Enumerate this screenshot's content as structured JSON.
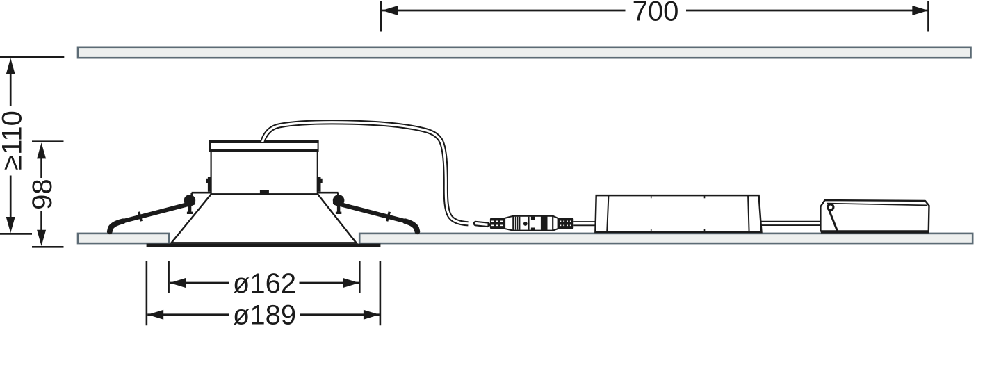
{
  "figure": {
    "kind": "technical-line-drawing",
    "description": "Side view installation drawing of a recessed LED downlight with spring clips, remote driver and mains connection box mounted on a ceiling panel",
    "units_shown": "mm",
    "colors": {
      "paper": "#ffffff",
      "ink": "#1a1a1a",
      "panel_fill": "#edefee",
      "panel_stroke": "#5c6b75"
    }
  },
  "dimensions": {
    "cable_run": {
      "label": "700"
    },
    "recess_depth": {
      "label": "≥110"
    },
    "fixture_height": {
      "label": "98"
    },
    "cutout_diameter": {
      "label": "ø162"
    },
    "trim_diameter": {
      "label": "ø189"
    }
  },
  "components": {
    "upper_ceiling_panel": "ceiling-panel",
    "lower_ceiling_panel": "ceiling-panel-with-cutout",
    "downlight_body": "recessed-downlight",
    "spring_clips": "mounting-spring-clips",
    "trim_ring": "trim-ring",
    "cable": "connecting-cable",
    "connector": "plug-connector",
    "driver": "led-driver",
    "terminal_box": "mains-connection-box"
  }
}
